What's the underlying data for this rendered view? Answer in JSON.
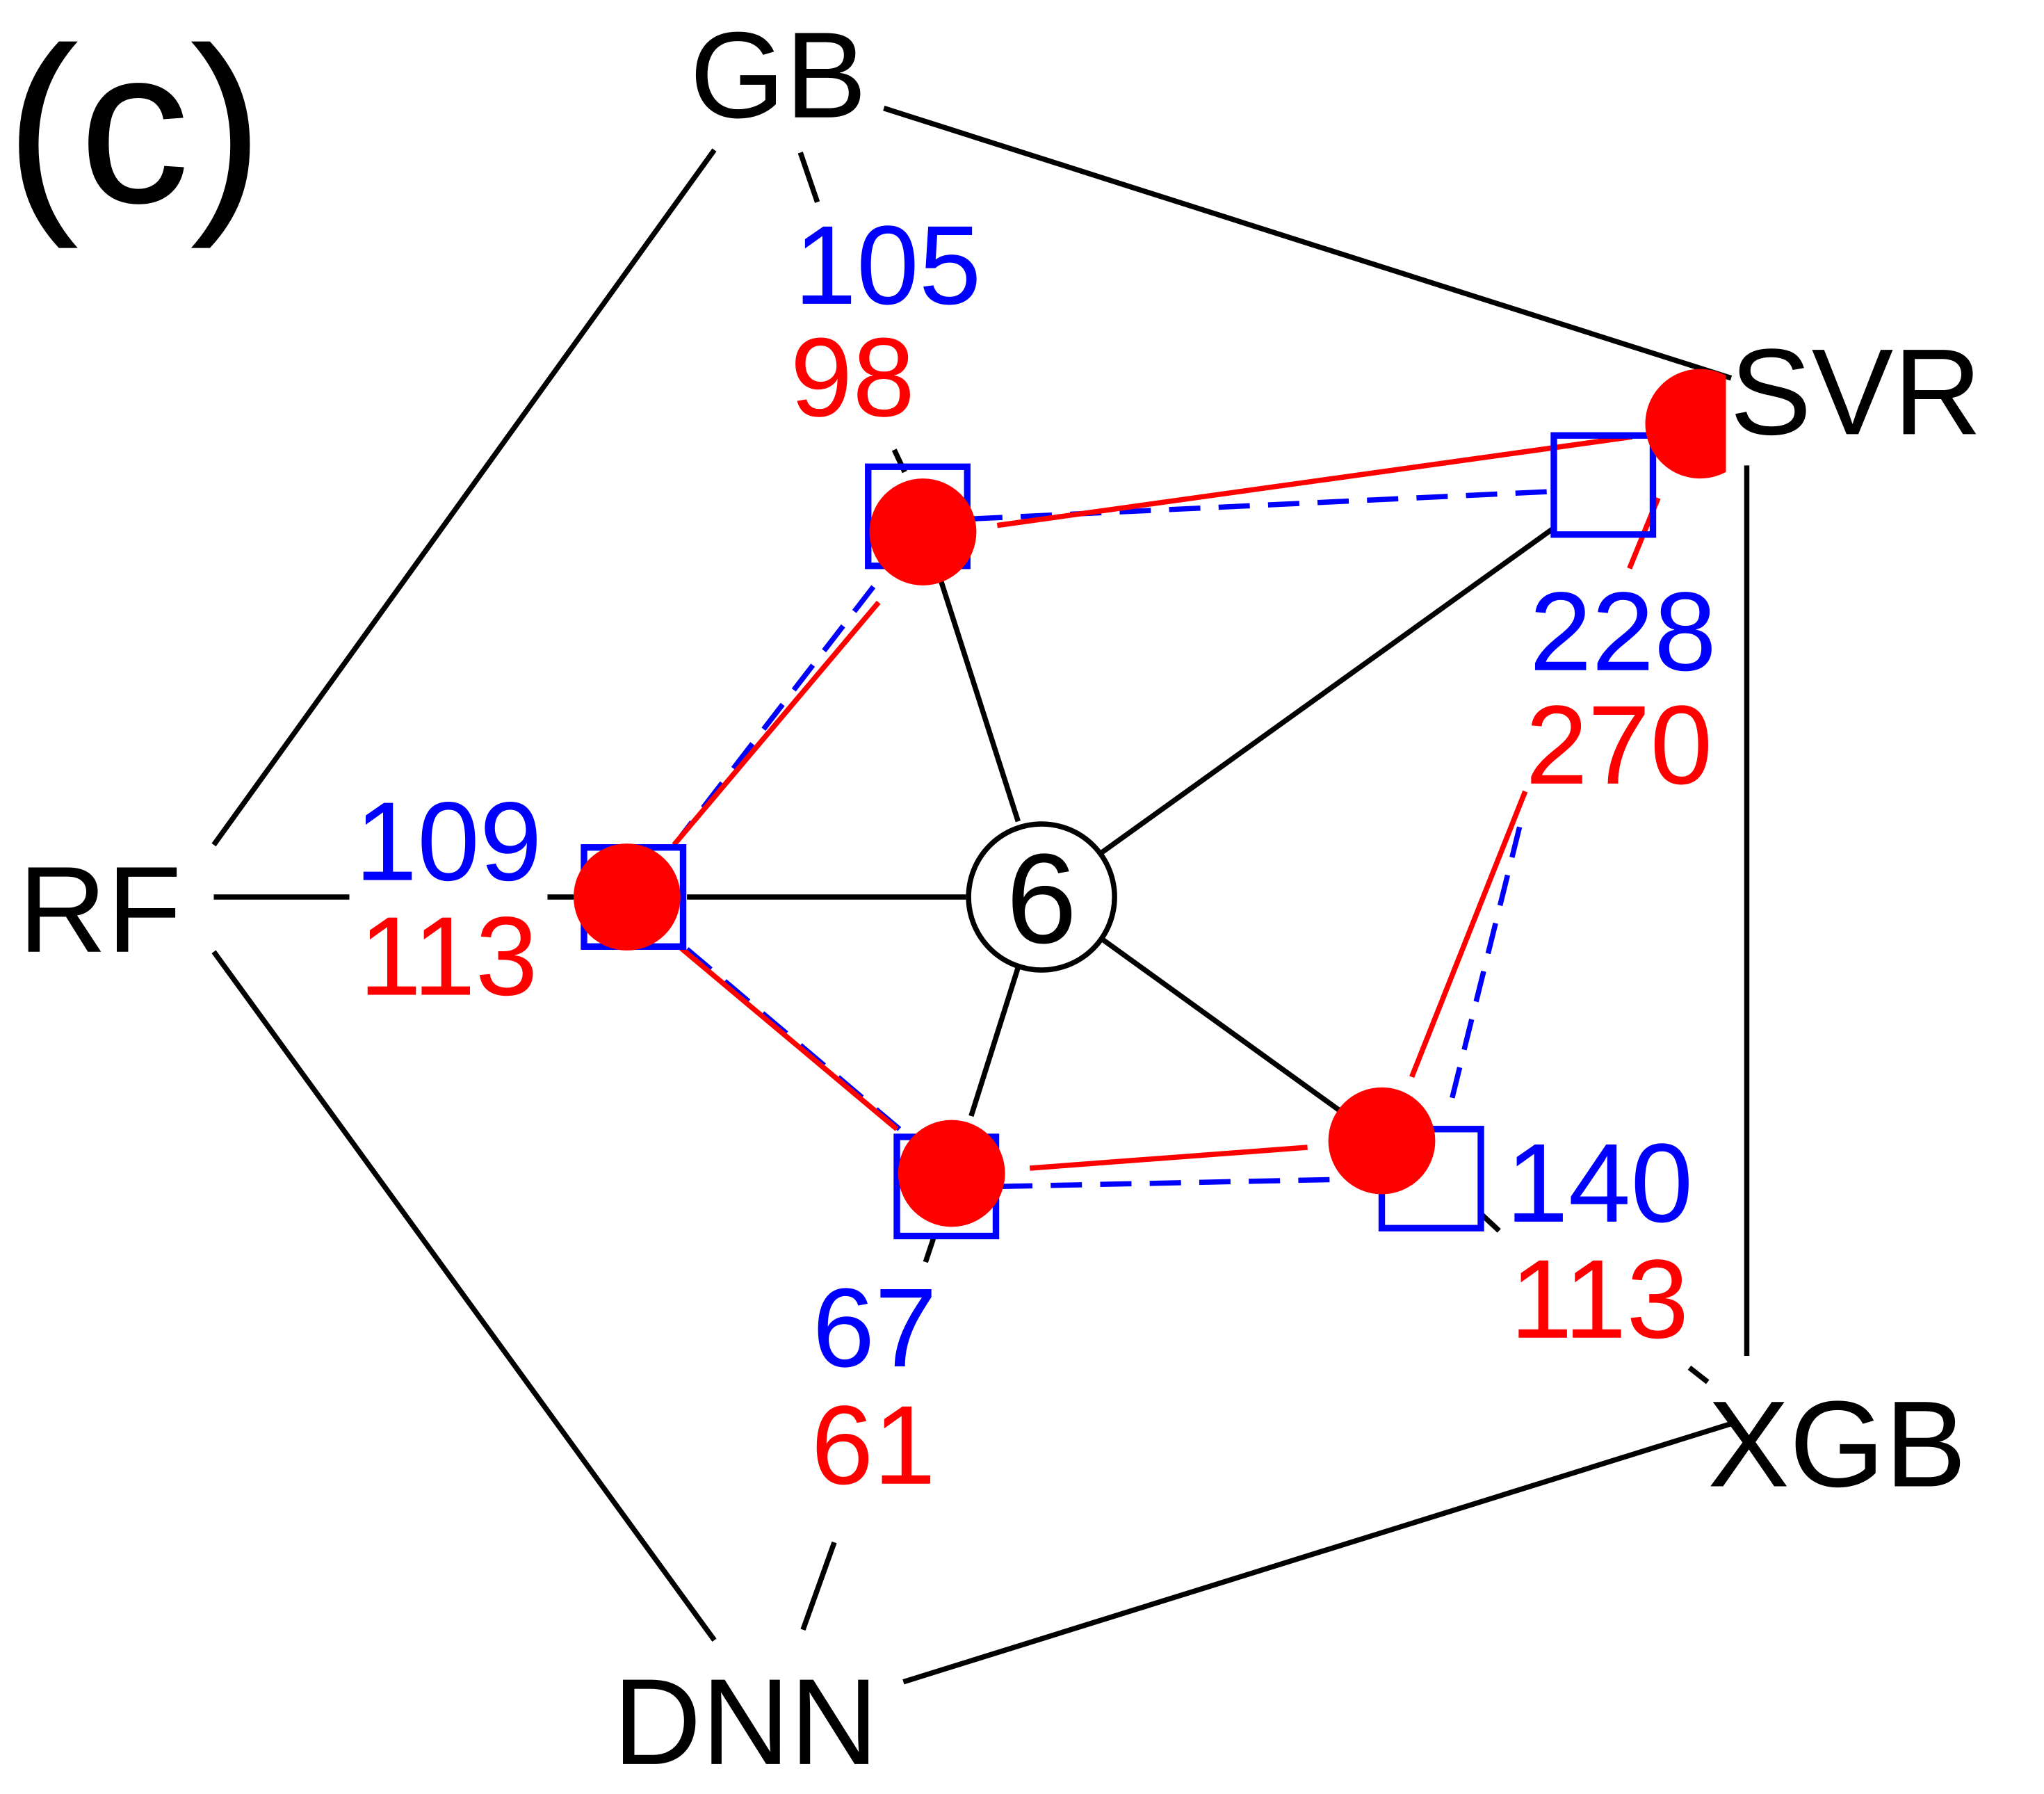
{
  "panel_label": "(c)",
  "center_label": "6",
  "colors": {
    "outer": "#000000",
    "blue": "#0000ff",
    "red": "#ff0000"
  },
  "models": {
    "gb": "GB",
    "svr": "SVR",
    "xgb": "XGB",
    "dnn": "DNN",
    "rf": "RF"
  },
  "counts": {
    "gb": {
      "blue": "105",
      "red": "98"
    },
    "svr": {
      "blue": "228",
      "red": "270"
    },
    "xgb": {
      "blue": "140",
      "red": "113"
    },
    "dnn": {
      "blue": "67",
      "red": "61"
    },
    "rf": {
      "blue": "109",
      "red": "113"
    }
  }
}
